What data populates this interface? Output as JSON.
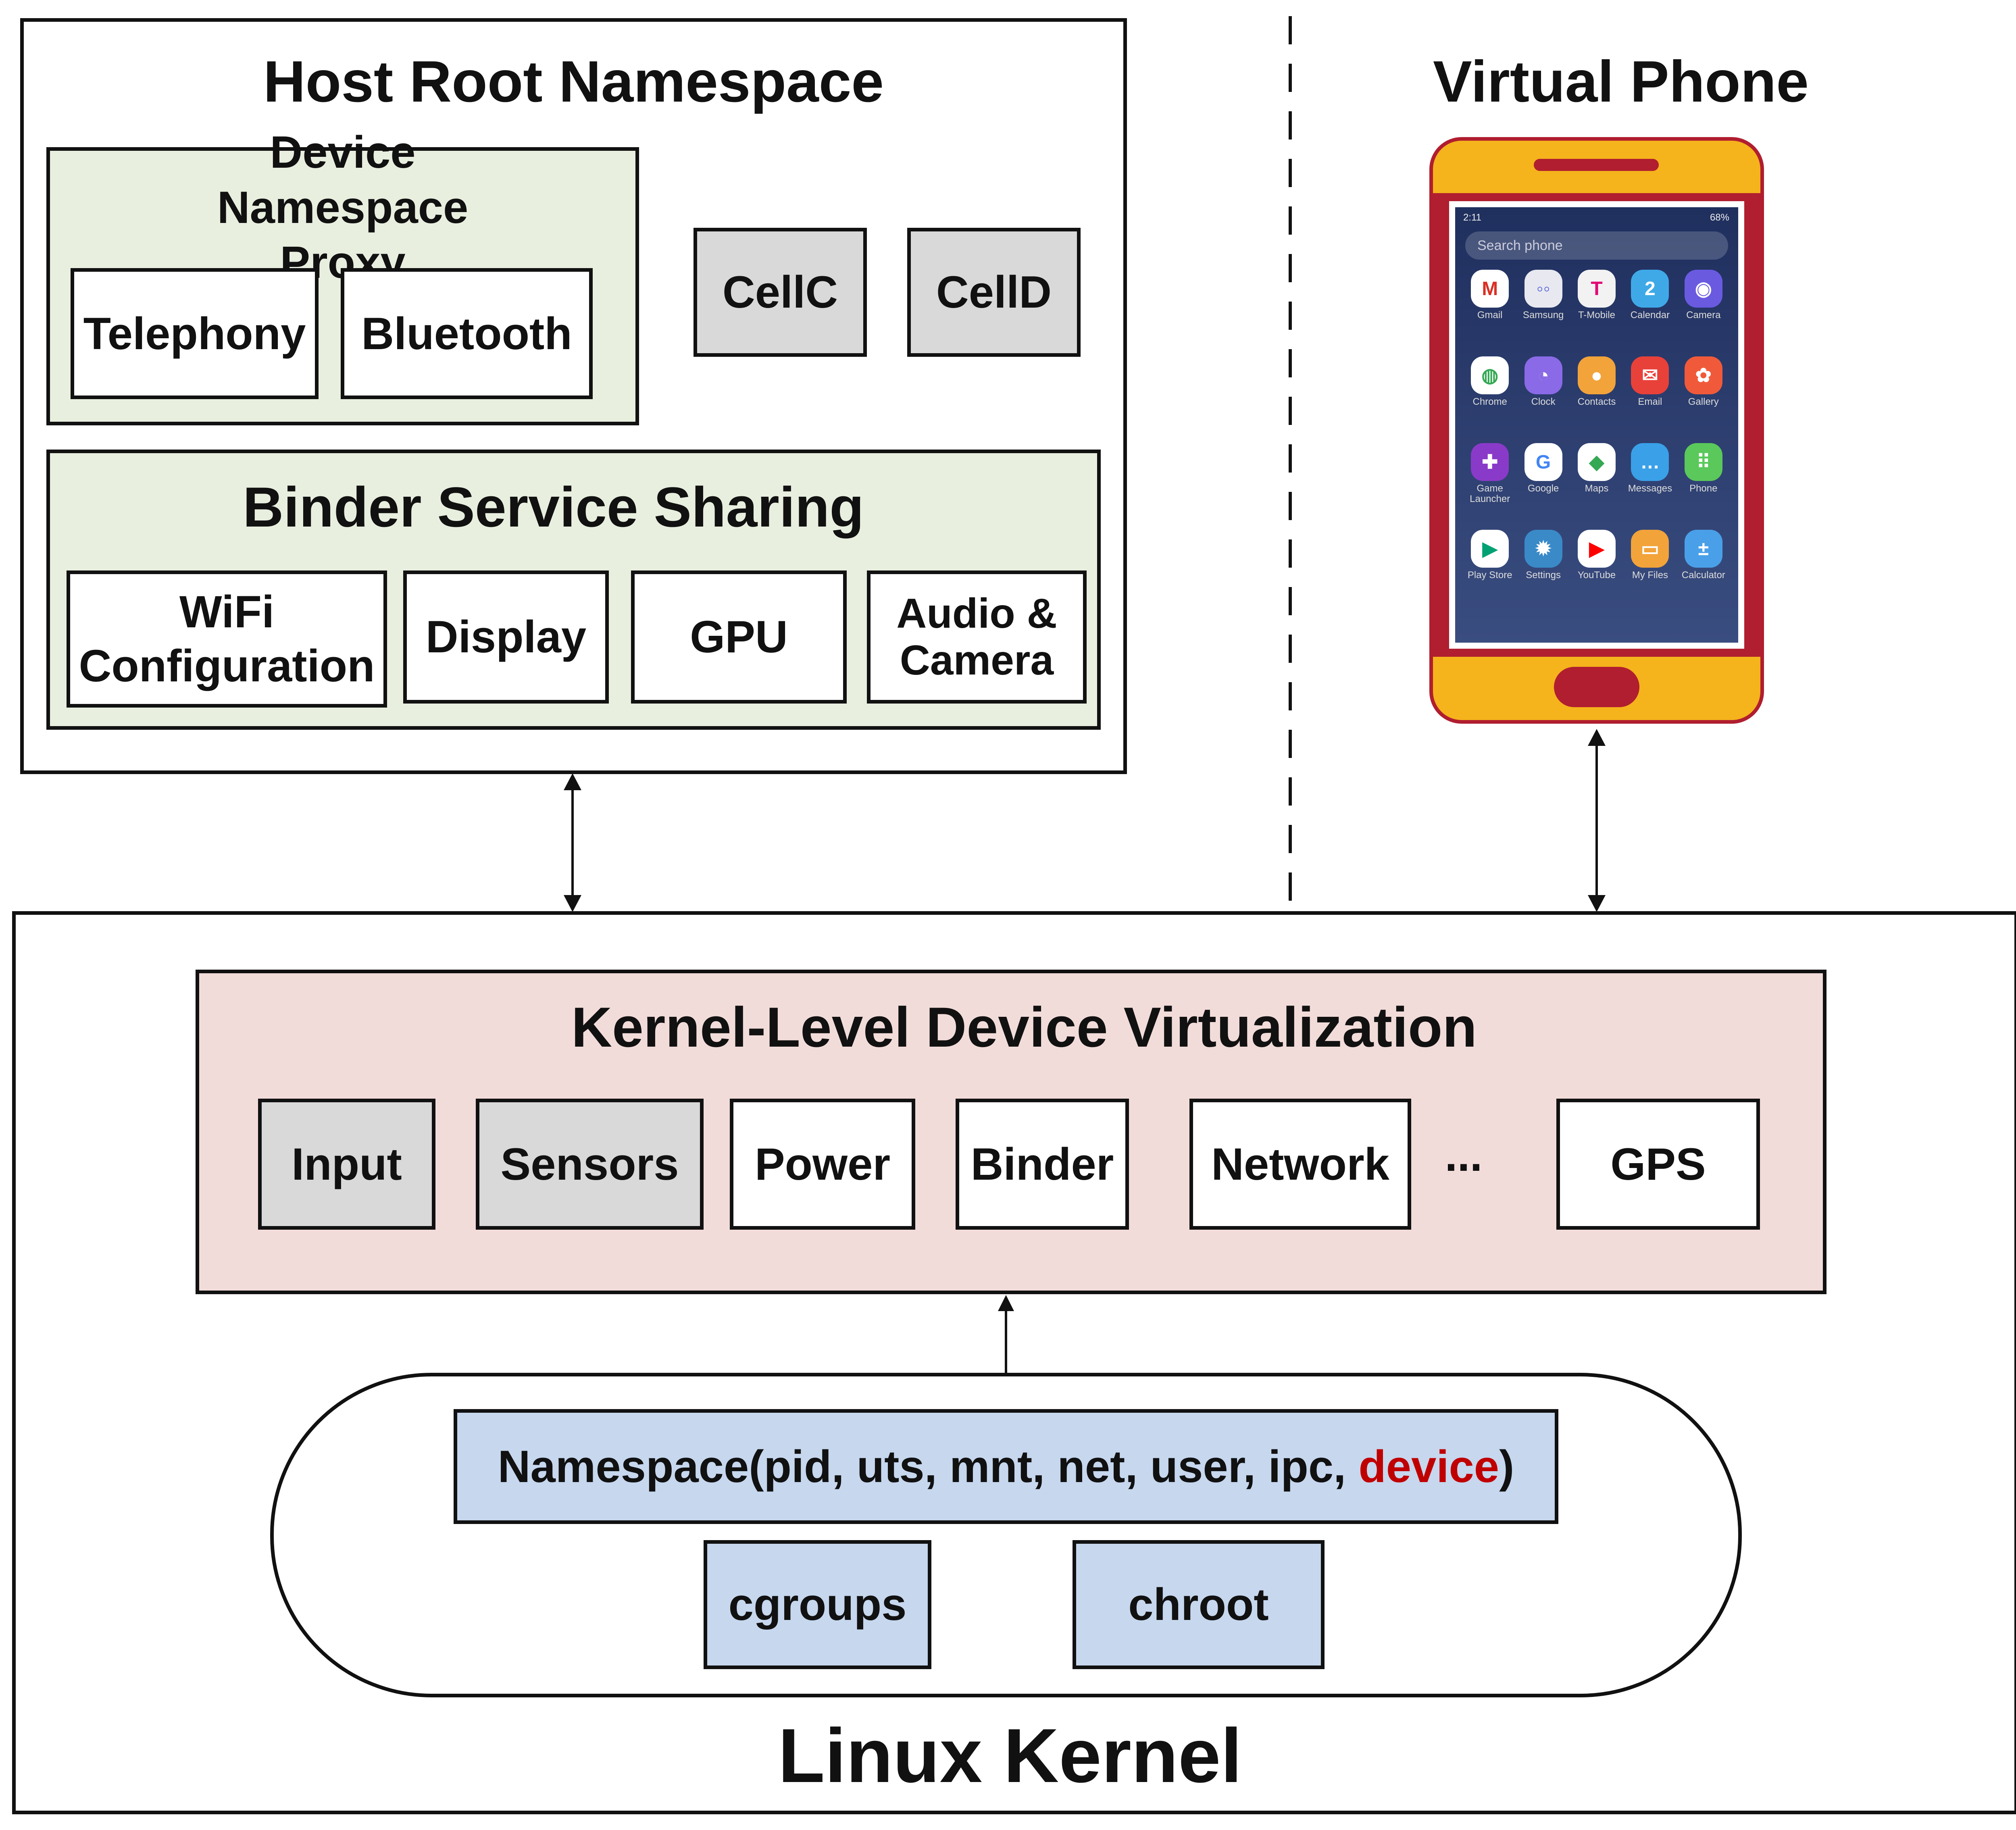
{
  "host": {
    "title": "Host Root Namespace",
    "proxy": {
      "title": "Device Namespace Proxy",
      "items": [
        "Telephony",
        "Bluetooth"
      ]
    },
    "standalone": [
      "CellC",
      "CellD"
    ],
    "binder": {
      "title": "Binder Service Sharing",
      "items": [
        "WiFi Configuration",
        "Display",
        "GPU",
        "Audio & Camera"
      ]
    }
  },
  "phone": {
    "title": "Virtual Phone",
    "status_time": "2:11",
    "status_battery": "68%",
    "search_placeholder": "Search phone",
    "apps": [
      {
        "label": "Gmail",
        "color": "#ffffff",
        "fg": "#d93025",
        "glyph": "M"
      },
      {
        "label": "Samsung",
        "color": "#e8e8f0",
        "fg": "#5a6ad6",
        "glyph": "◦◦"
      },
      {
        "label": "T-Mobile",
        "color": "#f2f2f2",
        "fg": "#e20074",
        "glyph": "T"
      },
      {
        "label": "Calendar",
        "color": "#3fa9e8",
        "fg": "#ffffff",
        "glyph": "2"
      },
      {
        "label": "Camera",
        "color": "#6a5ae0",
        "fg": "#ffffff",
        "glyph": "◉"
      },
      {
        "label": "Chrome",
        "color": "#ffffff",
        "fg": "#34a853",
        "glyph": "◍"
      },
      {
        "label": "Clock",
        "color": "#8a6ae6",
        "fg": "#ffffff",
        "glyph": "◔"
      },
      {
        "label": "Contacts",
        "color": "#f2a33a",
        "fg": "#ffffff",
        "glyph": "●"
      },
      {
        "label": "Email",
        "color": "#e8413a",
        "fg": "#ffffff",
        "glyph": "✉"
      },
      {
        "label": "Gallery",
        "color": "#f05a3a",
        "fg": "#ffffff",
        "glyph": "✿"
      },
      {
        "label": "Game Launcher",
        "color": "#8a3ac8",
        "fg": "#ffffff",
        "glyph": "✚"
      },
      {
        "label": "Google",
        "color": "#ffffff",
        "fg": "#4285f4",
        "glyph": "G"
      },
      {
        "label": "Maps",
        "color": "#ffffff",
        "fg": "#34a853",
        "glyph": "◆"
      },
      {
        "label": "Messages",
        "color": "#3aa0e8",
        "fg": "#ffffff",
        "glyph": "…"
      },
      {
        "label": "Phone",
        "color": "#5ac85a",
        "fg": "#ffffff",
        "glyph": "⠿"
      },
      {
        "label": "Play Store",
        "color": "#ffffff",
        "fg": "#00a173",
        "glyph": "▶"
      },
      {
        "label": "Settings",
        "color": "#3a8ac8",
        "fg": "#ffffff",
        "glyph": "✹"
      },
      {
        "label": "YouTube",
        "color": "#ffffff",
        "fg": "#ff0000",
        "glyph": "▶"
      },
      {
        "label": "My Files",
        "color": "#f2a33a",
        "fg": "#ffffff",
        "glyph": "▭"
      },
      {
        "label": "Calculator",
        "color": "#4aa0e8",
        "fg": "#ffffff",
        "glyph": "±"
      }
    ],
    "colors": {
      "body": "#f5b31c",
      "frame": "#b01e2f",
      "screen": "#263a6e"
    }
  },
  "kernel": {
    "title": "Linux Kernel",
    "virtualization": {
      "title": "Kernel-Level Device Virtualization",
      "items": [
        "Input",
        "Sensors",
        "Power",
        "Binder",
        "Network",
        "GPS"
      ],
      "ellipsis": "..."
    },
    "namespace": {
      "prefix": "Namespace(pid, uts, mnt, net, user, ipc, ",
      "highlight": "device",
      "suffix": ")"
    },
    "cgroups": "cgroups",
    "chroot": "chroot"
  },
  "colors": {
    "green_fill": "#e8efdf",
    "pink_fill": "#f2dcda",
    "gray_fill": "#d9d9d9",
    "blue_fill": "#c6d7ee",
    "highlight": "#c00000"
  }
}
